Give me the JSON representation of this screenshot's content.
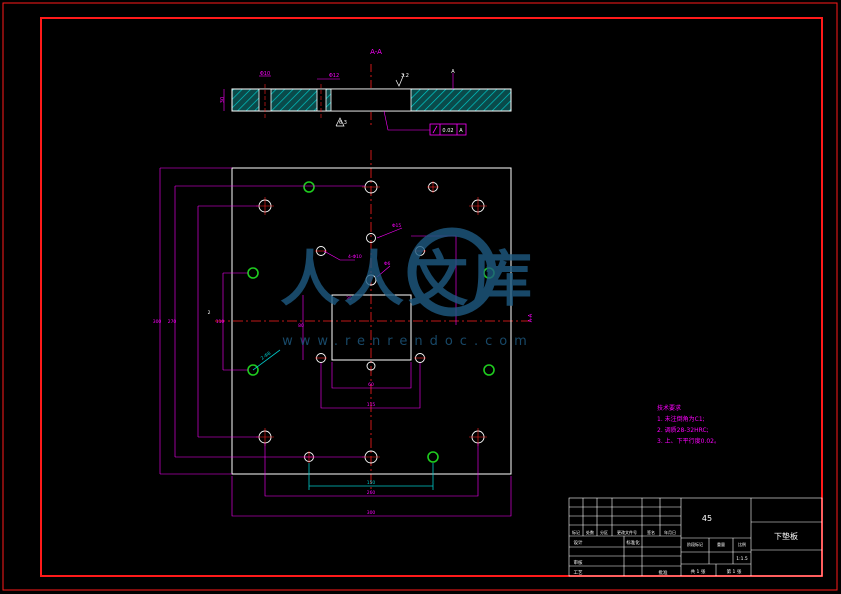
{
  "drawing": {
    "section_label": "A-A",
    "material": "45",
    "part_name": "下垫板",
    "scale": "1:1.5",
    "sheet_total": "共 1 张",
    "sheet_no": "第 1 张",
    "section_dims": {
      "hole_a": "Φ10",
      "hole_b": "Φ12",
      "depth": "30",
      "roughness_top": "3.2",
      "roughness_bottom": "6.3",
      "datum": "A",
      "tolerance_frame": "0.02"
    },
    "plan_dims": {
      "overall_width": "300",
      "hole_span_x": "260",
      "bolt_span": "150",
      "inner_x": "115",
      "inner_x2": "60",
      "left_height_outer": "300",
      "left_height_mid": "270",
      "left_height_inner": "110",
      "center_mark": "2",
      "hole_callout_1": "Φ15",
      "hole_callout_2": "Φ6",
      "hole_callout_3": "4-Φ10",
      "pin_callout": "2-Φ8",
      "offset_1": "80",
      "offset_2": "35"
    },
    "notes": {
      "heading": "技术要求",
      "items": [
        "1. 未注倒角为C1;",
        "2. 调质28-32HRC;",
        "3. 上、下平行度0.02。"
      ]
    },
    "title_block": {
      "row_labels": [
        "标记",
        "处数",
        "分区",
        "更改文件号",
        "签名",
        "年月日"
      ],
      "roles": [
        "设计",
        "审核",
        "工艺"
      ],
      "sub_labels": [
        "标准化",
        "批准"
      ],
      "stage_headers": [
        "阶段标记",
        "重量",
        "比例"
      ]
    },
    "watermark": {
      "brand": "人人文库",
      "url": "www.renrendoc.com"
    }
  },
  "colors": {
    "frame": "#ff1a1a",
    "outline": "#ffffff",
    "dimension": "#ff00ff",
    "center": "#ff2020",
    "hatch": "#00c8c8",
    "pin": "#1fcc1f",
    "watermark": "#1e5b82"
  }
}
